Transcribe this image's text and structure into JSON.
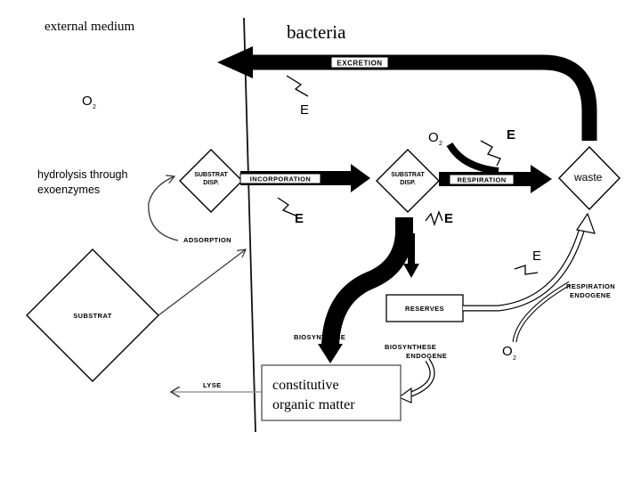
{
  "labels": {
    "external_medium": "external medium",
    "bacteria": "bacteria",
    "excretion": "EXCRETION",
    "o2_left": "O",
    "o2_left_sub": "2",
    "e_excretion": "E",
    "o2_mid": "O",
    "o2_mid_sub": "2",
    "e_respiration": "E",
    "hydrolysis_line1": "hydrolysis through",
    "hydrolysis_line2": "exoenzymes",
    "substrat_disp_1_line1": "SUBSTRAT",
    "substrat_disp_1_line2": "DISP.",
    "incorporation": "INCORPORATION",
    "substrat_disp_2_line1": "SUBSTRAT",
    "substrat_disp_2_line2": "DISP.",
    "respiration": "RESPIRATION",
    "waste": "waste",
    "e_incorporation": "E",
    "e_biosynthesis": "E",
    "adsorption": "ADSORPTION",
    "substrat": "SUBSTRAT",
    "e_endogenous": "E",
    "respiration_endogene_line1": "RESPIRATION",
    "respiration_endogene_line2": "ENDOGENE",
    "reserves": "RESERVES",
    "biosynthese": "BIOSYNTHESE",
    "biosynthese_endogene_line1": "BIOSYNTHESE",
    "biosynthese_endogene_line2": "ENDOGENE",
    "o2_bottom": "O",
    "o2_bottom_sub": "2",
    "lyse": "LYSE",
    "constitutive_line1": "constitutive",
    "constitutive_line2": "organic matter"
  }
}
